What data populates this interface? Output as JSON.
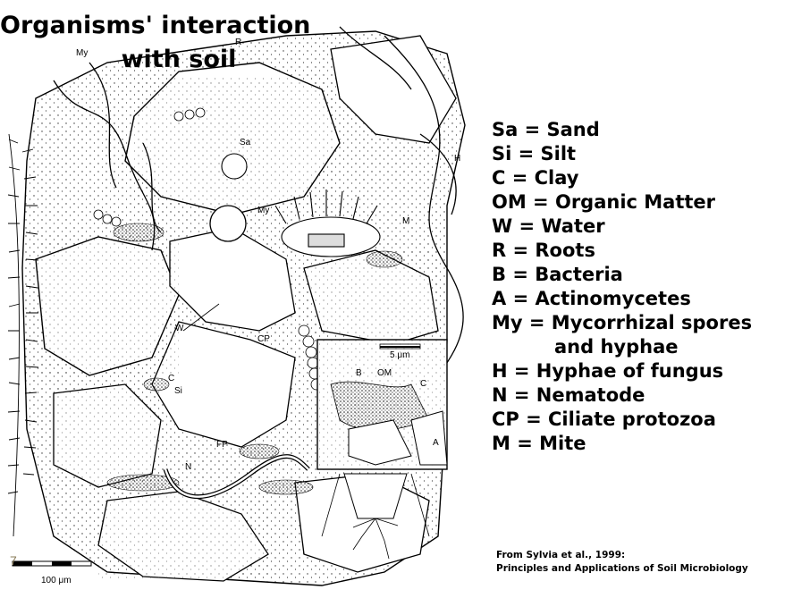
{
  "title": {
    "line1": "Organisms' interaction",
    "line2": "with soil"
  },
  "legend": [
    {
      "text": "Sa = Sand"
    },
    {
      "text": "Si = Silt"
    },
    {
      "text": "C = Clay"
    },
    {
      "text": "OM = Organic Matter"
    },
    {
      "text": "W = Water"
    },
    {
      "text": "R = Roots"
    },
    {
      "text": "B = Bacteria"
    },
    {
      "text": "A = Actinomycetes"
    },
    {
      "text": "My = Mycorrhizal spores",
      "cont": "and hyphae"
    },
    {
      "text": "H = Hyphae of fungus"
    },
    {
      "text": "N = Nematode"
    },
    {
      "text": "CP = Ciliate protozoa"
    },
    {
      "text": "M = Mite"
    }
  ],
  "source": {
    "line1": "From Sylvia et al., 1999:",
    "line2": "Principles and Applications of Soil Microbiology"
  },
  "diagram_labels": {
    "my_top": "My",
    "r": "R",
    "sa": "Sa",
    "my_mid": "My",
    "h": "H",
    "m": "M",
    "w": "W",
    "cp": "CP",
    "c": "C",
    "si": "Si",
    "n": "N",
    "fp": "FP",
    "inset_scale": "5 μm",
    "inset_b": "B",
    "inset_om": "OM",
    "inset_c": "C",
    "inset_a": "A"
  },
  "scale_bar": {
    "label": "100 μm"
  },
  "slide_number": "7"
}
